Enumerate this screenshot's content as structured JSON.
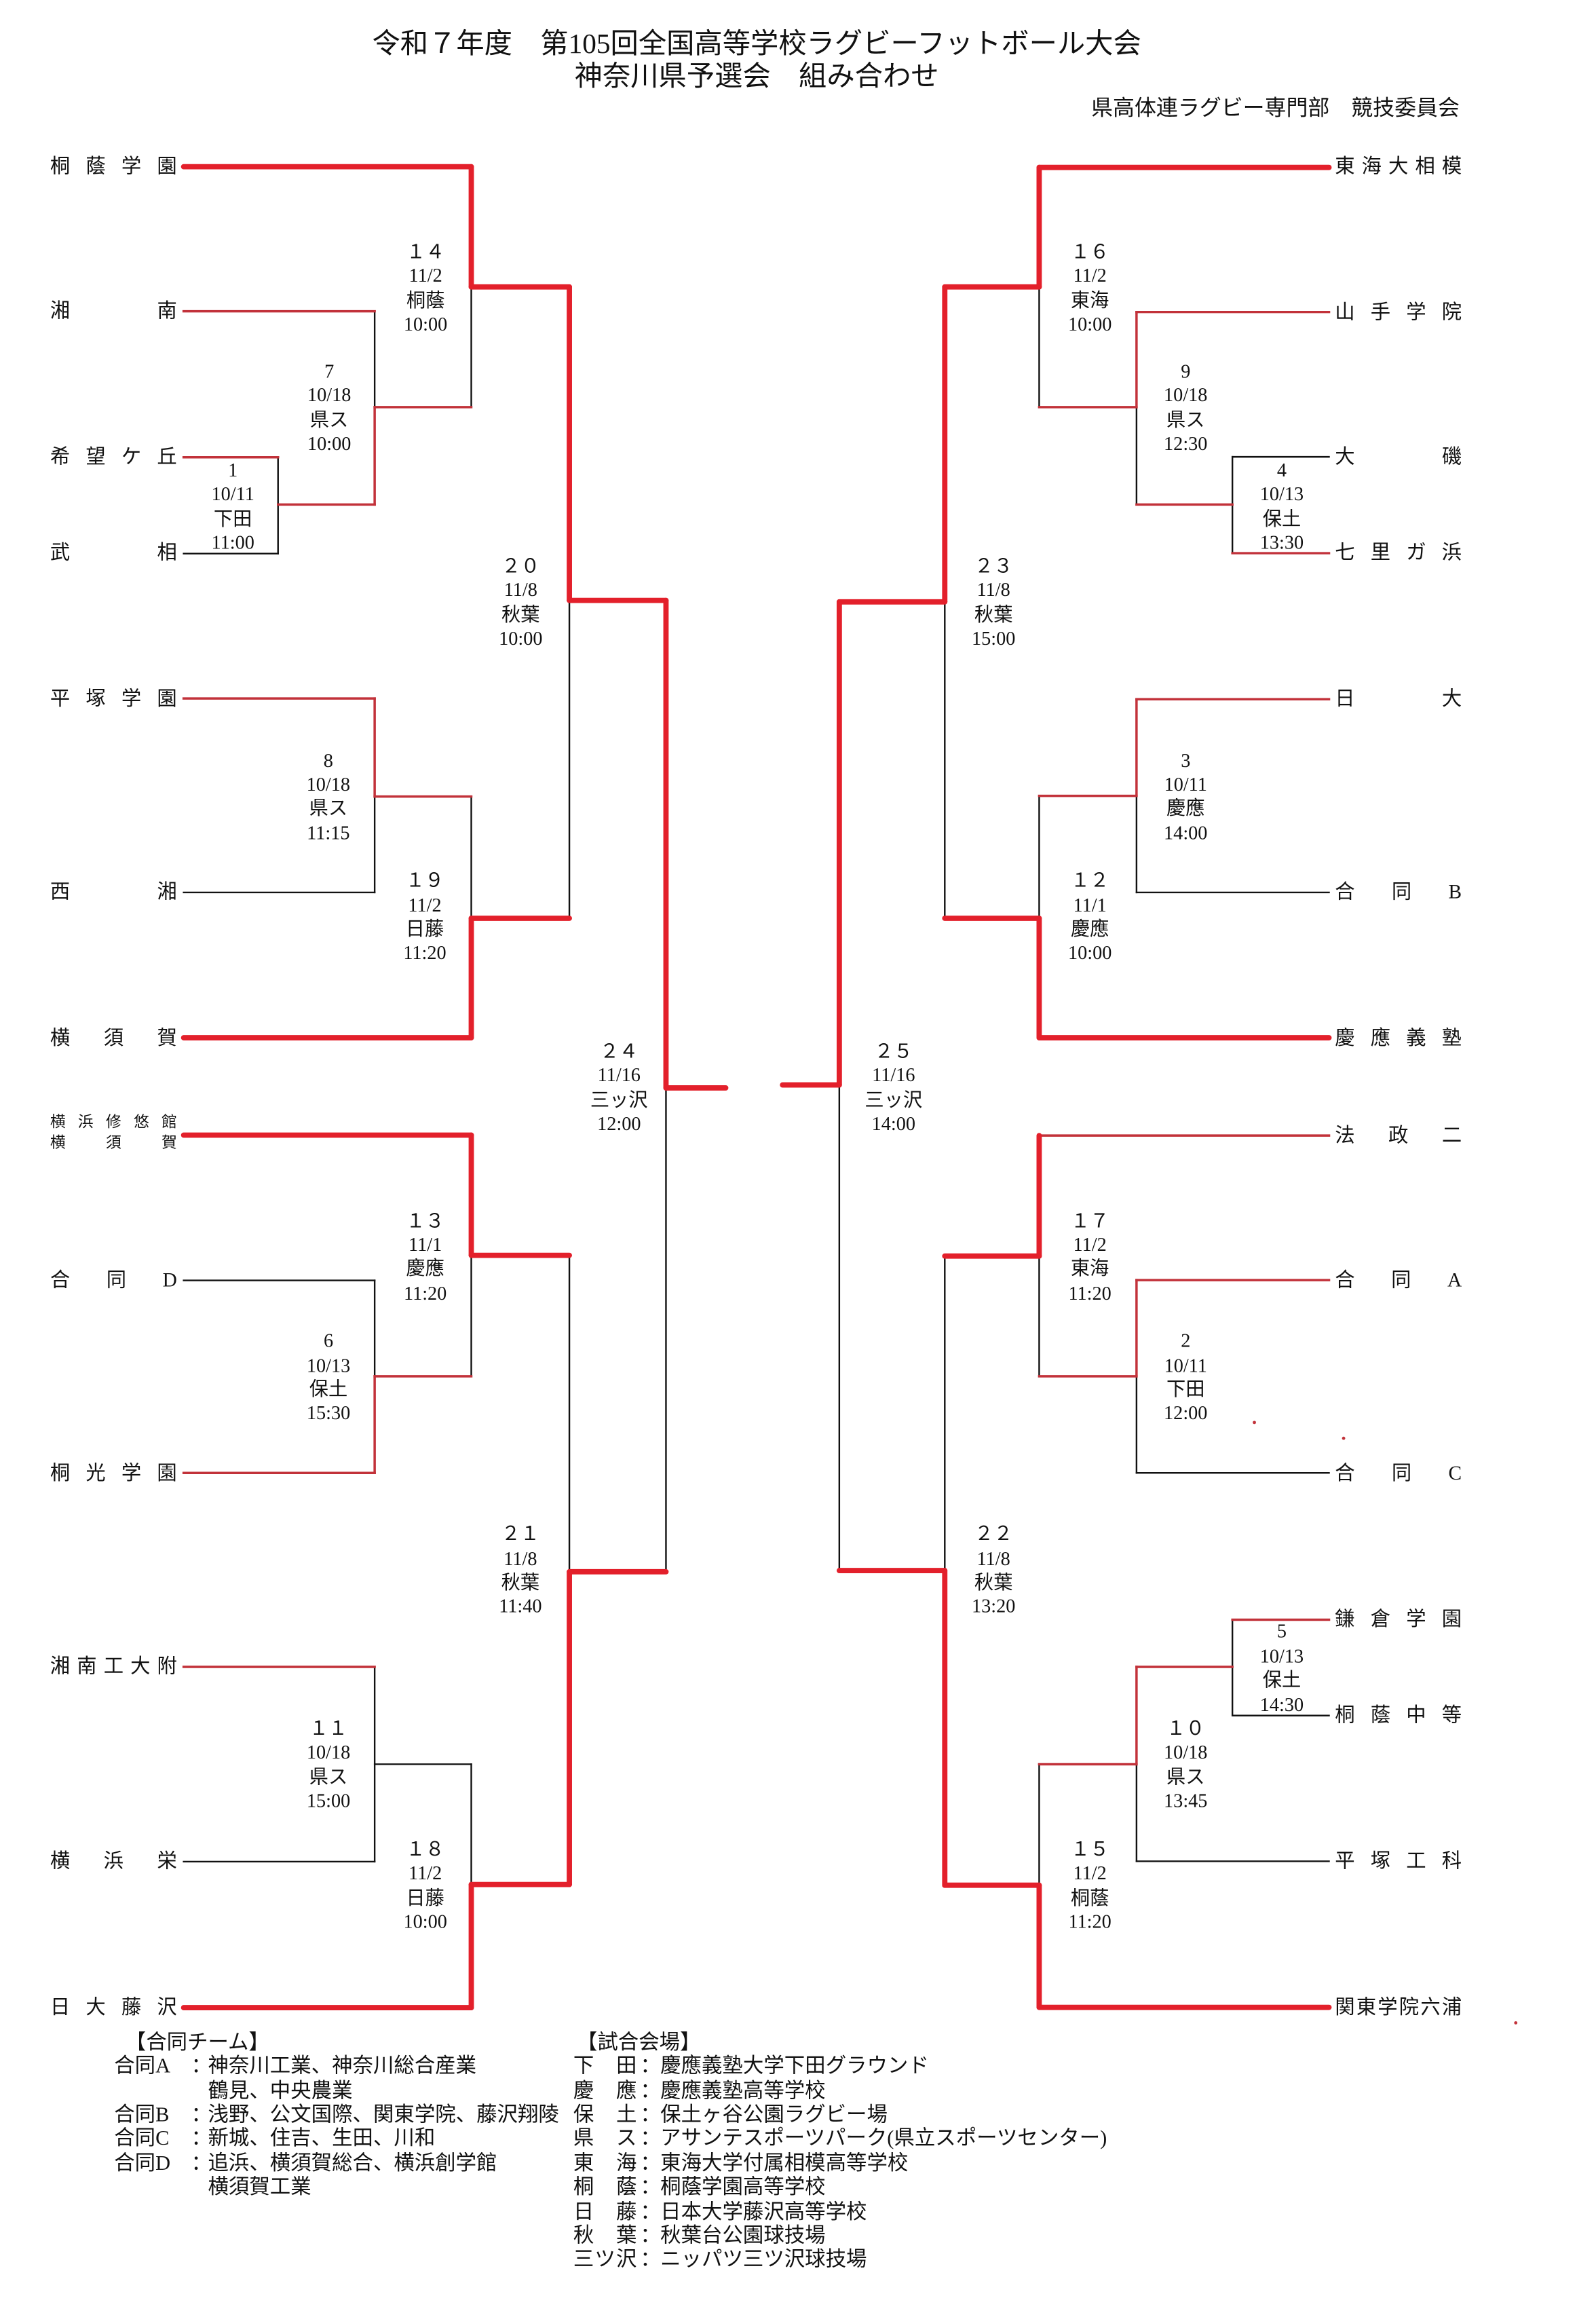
{
  "document": {
    "title_line1": "令和７年度　第105回全国高等学校ラグビーフットボール大会",
    "title_line2": "神奈川県予選会　組み合わせ",
    "organizer": "県高体連ラグビー専門部　競技委員会"
  },
  "colors": {
    "advanced_thick": "#e3202b",
    "advanced_thin": "#c2323a",
    "bracket_line": "#111111"
  },
  "bracket": {
    "left_teams": [
      "桐蔭学園",
      "湘南",
      "希望ケ丘",
      "武相",
      "平塚学園",
      "西湘",
      "横須賀",
      {
        "lines": [
          "横浜修悠館",
          "横須賀"
        ]
      },
      "合同D",
      "桐光学園",
      "湘南工大附",
      "横浜栄",
      "日大藤沢"
    ],
    "right_teams": [
      "東海大相模",
      "山手学院",
      "大磯",
      "七里ガ浜",
      "日大",
      "合同B",
      "慶應義塾",
      "法政二",
      "合同A",
      "合同C",
      "鎌倉学園",
      "桐蔭中等",
      "平塚工科",
      "関東学院六浦"
    ]
  },
  "matches": {
    "1": {
      "no": "1",
      "date": "10/11",
      "venue": "下田",
      "time": "11:00"
    },
    "2": {
      "no": "2",
      "date": "10/11",
      "venue": "下田",
      "time": "12:00"
    },
    "3": {
      "no": "3",
      "date": "10/11",
      "venue": "慶應",
      "time": "14:00"
    },
    "4": {
      "no": "4",
      "date": "10/13",
      "venue": "保土",
      "time": "13:30"
    },
    "5": {
      "no": "5",
      "date": "10/13",
      "venue": "保土",
      "time": "14:30"
    },
    "6": {
      "no": "6",
      "date": "10/13",
      "venue": "保土",
      "time": "15:30"
    },
    "7": {
      "no": "7",
      "date": "10/18",
      "venue": "県ス",
      "time": "10:00"
    },
    "8": {
      "no": "8",
      "date": "10/18",
      "venue": "県ス",
      "time": "11:15"
    },
    "9": {
      "no": "9",
      "date": "10/18",
      "venue": "県ス",
      "time": "12:30"
    },
    "10": {
      "no": "１０",
      "date": "10/18",
      "venue": "県ス",
      "time": "13:45"
    },
    "11": {
      "no": "１１",
      "date": "10/18",
      "venue": "県ス",
      "time": "15:00"
    },
    "12": {
      "no": "１２",
      "date": "11/1",
      "venue": "慶應",
      "time": "10:00"
    },
    "13": {
      "no": "１３",
      "date": "11/1",
      "venue": "慶應",
      "time": "11:20"
    },
    "14": {
      "no": "１４",
      "date": "11/2",
      "venue": "桐蔭",
      "time": "10:00"
    },
    "15": {
      "no": "１５",
      "date": "11/2",
      "venue": "桐蔭",
      "time": "11:20"
    },
    "16": {
      "no": "１６",
      "date": "11/2",
      "venue": "東海",
      "time": "10:00"
    },
    "17": {
      "no": "１７",
      "date": "11/2",
      "venue": "東海",
      "time": "11:20"
    },
    "18": {
      "no": "１８",
      "date": "11/2",
      "venue": "日藤",
      "time": "10:00"
    },
    "19": {
      "no": "１９",
      "date": "11/2",
      "venue": "日藤",
      "time": "11:20"
    },
    "20": {
      "no": "２０",
      "date": "11/8",
      "venue": "秋葉",
      "time": "10:00"
    },
    "21": {
      "no": "２１",
      "date": "11/8",
      "venue": "秋葉",
      "time": "11:40"
    },
    "22": {
      "no": "２２",
      "date": "11/8",
      "venue": "秋葉",
      "time": "13:20"
    },
    "23": {
      "no": "２３",
      "date": "11/8",
      "venue": "秋葉",
      "time": "15:00"
    },
    "24": {
      "no": "２４",
      "date": "11/16",
      "venue": "三ッ沢",
      "time": "12:00"
    },
    "25": {
      "no": "２５",
      "date": "11/16",
      "venue": "三ッ沢",
      "time": "14:00"
    }
  },
  "joint_teams": {
    "heading": "【合同チーム】",
    "sep": "：",
    "rows": [
      {
        "label": "合同A",
        "lines": [
          "神奈川工業、神奈川総合産業",
          "鶴見、中央農業"
        ]
      },
      {
        "label": "合同B",
        "lines": [
          "浅野、公文国際、関東学院、藤沢翔陵"
        ]
      },
      {
        "label": "合同C",
        "lines": [
          "新城、住吉、生田、川和"
        ]
      },
      {
        "label": "合同D",
        "lines": [
          "追浜、横須賀総合、横浜創学館",
          "横須賀工業"
        ]
      }
    ]
  },
  "venues": {
    "heading": "【試合会場】",
    "sep": "：",
    "rows": [
      {
        "abbr": "下田",
        "name": "慶應義塾大学下田グラウンド"
      },
      {
        "abbr": "慶應",
        "name": "慶應義塾高等学校"
      },
      {
        "abbr": "保土",
        "name": "保土ヶ谷公園ラグビー場"
      },
      {
        "abbr": "県ス",
        "name": "アサンテスポーツパーク(県立スポーツセンター)"
      },
      {
        "abbr": "東海",
        "name": "東海大学付属相模高等学校"
      },
      {
        "abbr": "桐蔭",
        "name": "桐蔭学園高等学校"
      },
      {
        "abbr": "日藤",
        "name": "日本大学藤沢高等学校"
      },
      {
        "abbr": "秋葉",
        "name": "秋葉台公園球技場"
      },
      {
        "abbr": "三ツ沢",
        "name": "ニッパツ三ツ沢球技場"
      }
    ]
  }
}
